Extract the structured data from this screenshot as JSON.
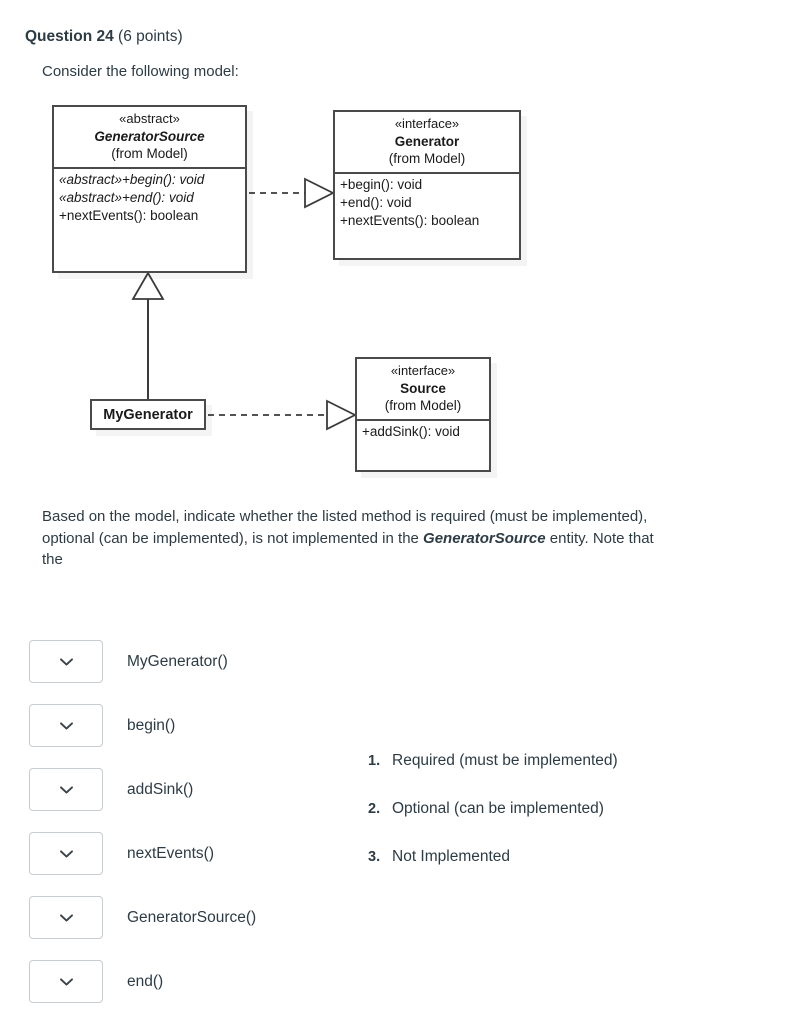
{
  "question": {
    "title": "Question 24",
    "points": "(6 points)",
    "prompt": "Consider the following model:",
    "body_line1": "Based on the model, indicate whether the listed method is required (must be",
    "body_line2": "implemented), optional (can be implemented), is not implemented in the",
    "body_emphasis": "GeneratorSource",
    "body_line3_tail": " entity. Note that the"
  },
  "diagram": {
    "classes": [
      {
        "id": "generatorsource",
        "stereotype": "«abstract»",
        "name": "GeneratorSource",
        "from": "(from Model)",
        "name_italic": true,
        "members": [
          {
            "text": "«abstract»+begin(): void",
            "italic": true
          },
          {
            "text": "«abstract»+end(): void",
            "italic": true
          },
          {
            "text": "+nextEvents(): boolean",
            "italic": false
          }
        ]
      },
      {
        "id": "generator",
        "stereotype": "«interface»",
        "name": "Generator",
        "from": "(from Model)",
        "name_italic": false,
        "members": [
          {
            "text": "+begin(): void",
            "italic": false
          },
          {
            "text": "+end(): void",
            "italic": false
          },
          {
            "text": "+nextEvents(): boolean",
            "italic": false
          }
        ]
      },
      {
        "id": "source",
        "stereotype": "«interface»",
        "name": "Source",
        "from": "(from Model)",
        "name_italic": false,
        "members": [
          {
            "text": "+addSink(): void",
            "italic": false
          }
        ]
      },
      {
        "id": "mygenerator",
        "name": "MyGenerator"
      }
    ],
    "relationships": [
      {
        "type": "realization",
        "from": "GeneratorSource",
        "to": "Generator",
        "style": "dashed",
        "arrowhead": "hollow-triangle"
      },
      {
        "type": "generalization",
        "from": "MyGenerator",
        "to": "GeneratorSource",
        "style": "solid",
        "arrowhead": "hollow-triangle"
      },
      {
        "type": "realization",
        "from": "MyGenerator",
        "to": "Source",
        "style": "dashed",
        "arrowhead": "hollow-triangle"
      }
    ],
    "colors": {
      "border": "#4a4a4a",
      "text": "#1a1a1a",
      "shadow": "rgba(0,0,0,0.045)"
    }
  },
  "answers": [
    {
      "label": "MyGenerator()",
      "value": "",
      "icon": "chevron-down-icon"
    },
    {
      "label": "begin()",
      "value": "",
      "icon": "chevron-down-icon"
    },
    {
      "label": "addSink()",
      "value": "",
      "icon": "chevron-down-icon"
    },
    {
      "label": "nextEvents()",
      "value": "",
      "icon": "chevron-down-icon"
    },
    {
      "label": "GeneratorSource()",
      "value": "",
      "icon": "chevron-down-icon"
    },
    {
      "label": "end()",
      "value": "",
      "icon": "chevron-down-icon"
    }
  ],
  "options": [
    {
      "num": "1.",
      "text": "Required (must be implemented)"
    },
    {
      "num": "2.",
      "text": "Optional (can be implemented)"
    },
    {
      "num": "3.",
      "text": "Not Implemented"
    }
  ],
  "colors": {
    "page_background": "#ffffff",
    "text": "#2d3b45",
    "control_border": "#c7cdd1"
  }
}
